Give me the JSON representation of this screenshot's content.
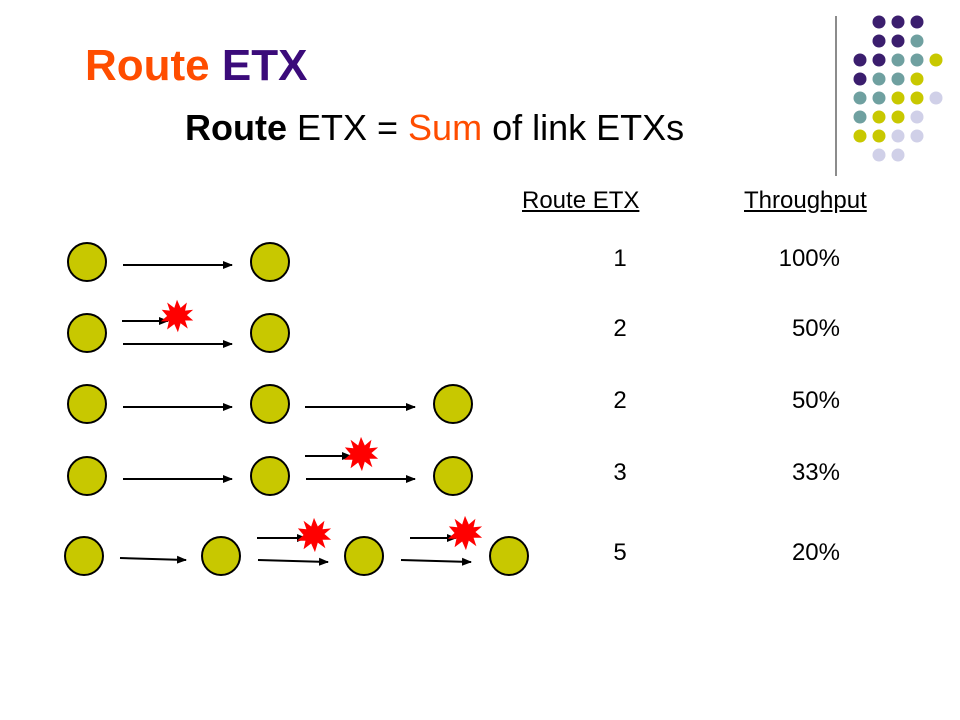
{
  "title": {
    "part1": "Route ",
    "part2": "ETX",
    "color1": "#ff4d00",
    "color2": "#3b0b7a"
  },
  "subtitle": {
    "word1": "Route",
    "mid": " ETX = ",
    "word2": "Sum",
    "end": " of link ETXs",
    "accent": "#ff4d00"
  },
  "table": {
    "headers": [
      "Route ETX",
      "Throughput"
    ],
    "rows": [
      {
        "etx": "1",
        "throughput": "100%"
      },
      {
        "etx": "2",
        "throughput": "50%"
      },
      {
        "etx": "2",
        "throughput": "50%"
      },
      {
        "etx": "3",
        "throughput": "33%"
      },
      {
        "etx": "5",
        "throughput": "20%"
      }
    ]
  },
  "colors": {
    "node": "#c8c800",
    "explosion": "#ff0000",
    "dot_purple": "#3b1e6e",
    "dot_teal": "#6fa0a0",
    "dot_yellow": "#c8c800",
    "dot_lavender": "#d0d0e8"
  },
  "icons": {
    "node": "node-circle-icon",
    "arrow": "arrow-icon",
    "loss": "explosion-icon"
  }
}
